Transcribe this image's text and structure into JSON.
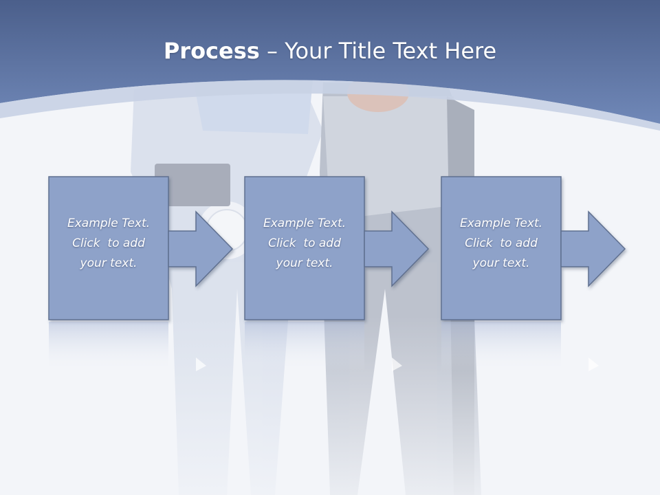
{
  "title": {
    "bold": "Process",
    "rest": " – Your Title Text Here"
  },
  "steps": [
    {
      "line1": "Example Text.",
      "line2": "Click  to add",
      "line3": "your text."
    },
    {
      "line1": "Example Text.",
      "line2": "Click  to add",
      "line3": "your text."
    },
    {
      "line1": "Example Text.",
      "line2": "Click  to add",
      "line3": "your text."
    }
  ],
  "colors": {
    "header_top": "#4e628e",
    "header_bottom": "#6f86b5",
    "box_fill": "#8ea2c9",
    "box_stroke": "#5f6f8f",
    "background": "#f3f5f9"
  },
  "photo": "two-people-fitness-with-scale"
}
